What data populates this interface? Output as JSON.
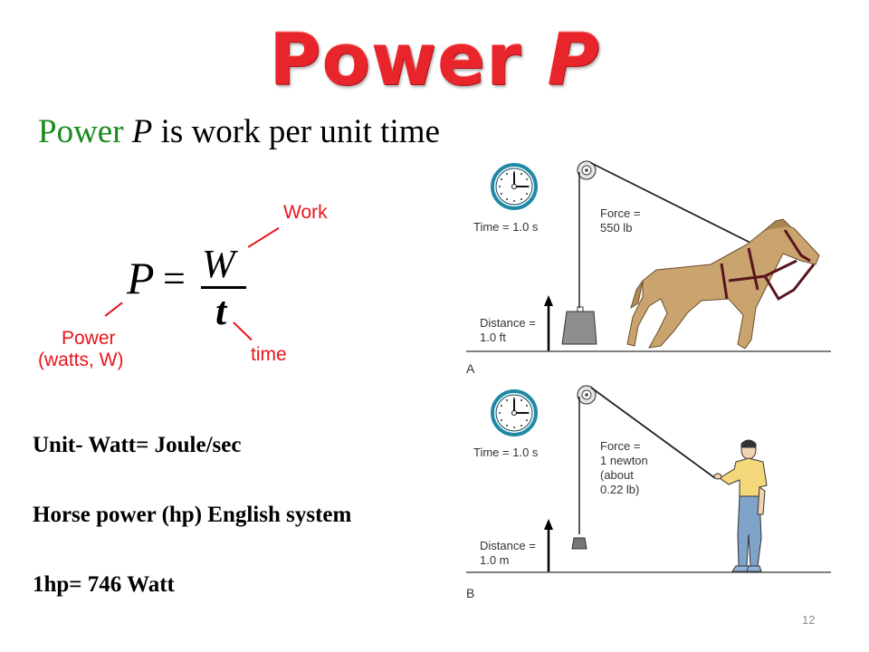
{
  "slide": {
    "title": {
      "word": "Power",
      "symbol": "P"
    },
    "subtitle": {
      "power_word": "Power",
      "symbol": "P",
      "rest": "is work per unit time"
    },
    "formula": {
      "lhs": "P",
      "equals": "=",
      "numerator": "W",
      "denominator": "t",
      "labels": {
        "work": "Work",
        "time": "time",
        "power_line1": "Power",
        "power_line2": "(watts, W)"
      }
    },
    "units": [
      "Unit- Watt= Joule/sec",
      "Horse power (hp) English system",
      "1hp= 746 Watt"
    ],
    "figure": {
      "panel_a": {
        "label": "A",
        "time": "Time = 1.0 s",
        "force_line1": "Force =",
        "force_line2": "550 lb",
        "distance_line1": "Distance =",
        "distance_line2": "1.0 ft"
      },
      "panel_b": {
        "label": "B",
        "time": "Time = 1.0 s",
        "force_line1": "Force =",
        "force_line2": "1 newton",
        "force_line3": "(about",
        "force_line4": "0.22 lb)",
        "distance_line1": "Distance =",
        "distance_line2": "1.0 m"
      }
    },
    "page_number": "12"
  },
  "colors": {
    "title_red": "#e8252b",
    "subtitle_green": "#1b8a1b",
    "annotation_red": "#e8141b",
    "clock_teal": "#1f8aa6",
    "horse_tan": "#c9a46e",
    "harness_maroon": "#7a1f2b",
    "shirt_yellow": "#f4d77a",
    "jeans_blue": "#7fa3c9"
  }
}
